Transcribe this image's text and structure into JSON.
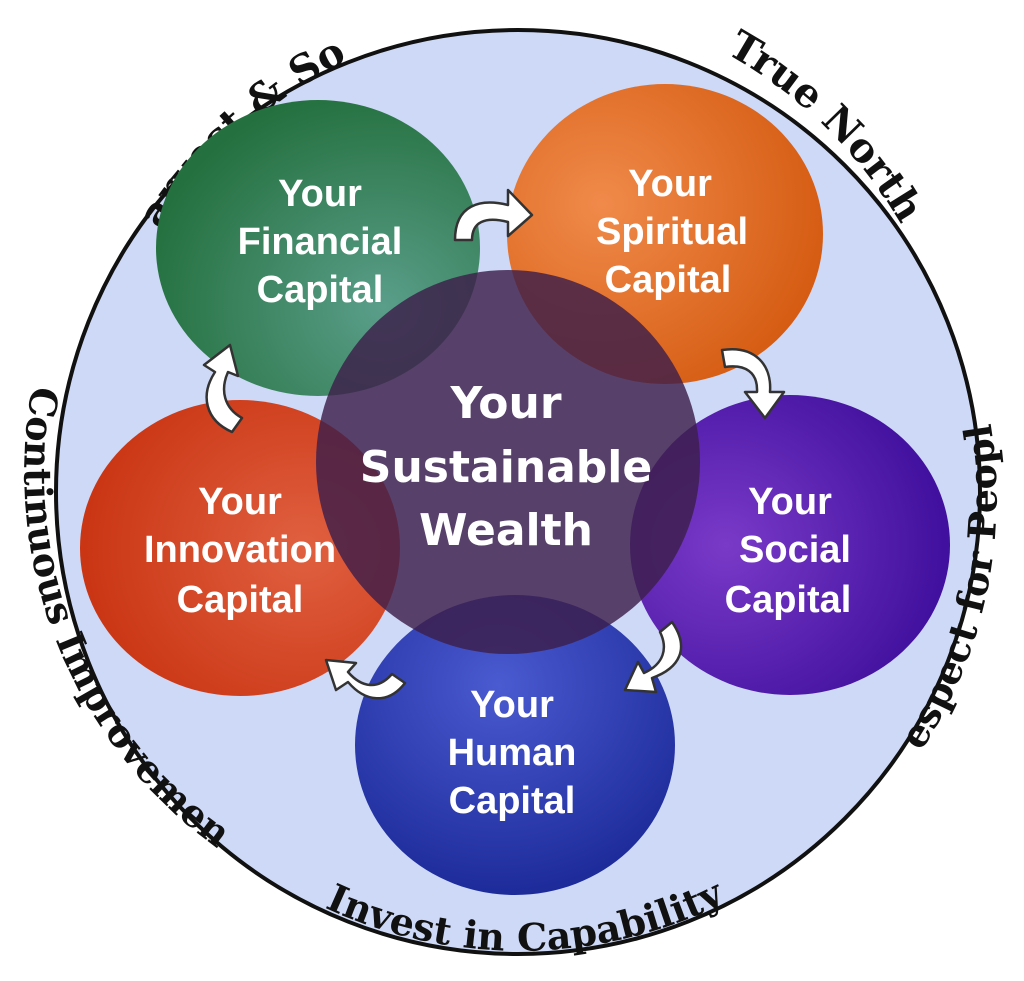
{
  "diagram": {
    "center": {
      "lines": [
        "Your",
        "Sustainable",
        "Wealth"
      ],
      "color": "#3d1f4a"
    },
    "capitals": [
      {
        "id": "financial",
        "lines": [
          "Your",
          "Financial",
          "Capital"
        ],
        "color": "#2f7a4a"
      },
      {
        "id": "spiritual",
        "lines": [
          "Your",
          "Spiritual",
          "Capital"
        ],
        "color": "#e0621a"
      },
      {
        "id": "social",
        "lines": [
          "Your",
          "Social",
          "Capital"
        ],
        "color": "#4a12a6"
      },
      {
        "id": "human",
        "lines": [
          "Your",
          "Human",
          "Capital"
        ],
        "color": "#2636a8"
      },
      {
        "id": "innovation",
        "lines": [
          "Your",
          "Innovation",
          "Capital"
        ],
        "color": "#d8401a"
      }
    ],
    "ring_labels": {
      "harvest": "Harvest & Sow",
      "true_north": "True North",
      "respect": "Respect for People",
      "invest": "Invest in Capability",
      "continuous": "Continuous Improvement"
    },
    "ring_fill": "#cdd9f6"
  }
}
